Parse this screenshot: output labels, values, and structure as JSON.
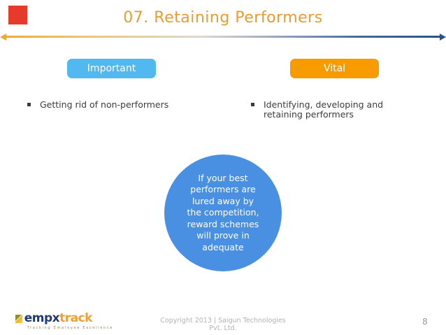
{
  "slide": {
    "title": "07. Retaining Performers",
    "page_number": "8"
  },
  "labels": {
    "important": "Important",
    "vital": "Vital"
  },
  "bullets": {
    "left": "Getting rid of non-performers",
    "right": "Identifying, developing and retaining performers"
  },
  "circle": {
    "text": "If your best\nperformers are\nlured away by\nthe competition,\nreward schemes\nwill prove in\nadequate"
  },
  "footer": {
    "copyright": "Copyright 2013 | Saigun Technologies\nPvt. Ltd."
  },
  "logo": {
    "name_primary": "empx",
    "name_secondary": "track",
    "tagline": "Tracking Employee Excellence"
  },
  "colors": {
    "title_orange": "#EB9C31",
    "important_blue": "#52B8F0",
    "vital_orange": "#F79B00",
    "circle_blue": "#4A90E2",
    "divider_gold": "#EFA93A",
    "divider_navy": "#2A5488",
    "body_text": "#3B3B3B",
    "footer_gray": "#B3B3B3",
    "accent_red": "#E63A2C",
    "logo_navy": "#1E3A6E",
    "logo_orange": "#EFA130"
  }
}
